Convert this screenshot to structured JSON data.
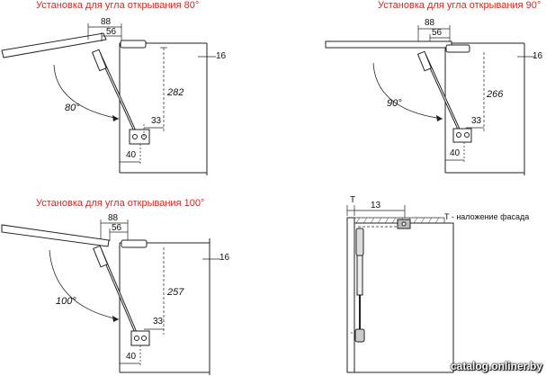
{
  "panels": [
    {
      "title": "Установка для угла открывания 80°",
      "dims": {
        "d88": "88",
        "d56": "56",
        "d16": "16",
        "dvert": "282",
        "angle": "80°",
        "d33": "33",
        "d40": "40"
      }
    },
    {
      "title": "Установка для угла открывания 90°",
      "dims": {
        "d88": "88",
        "d56": "56",
        "d16": "16",
        "dvert": "266",
        "angle": "90°",
        "d33": "33",
        "d40": "40"
      }
    },
    {
      "title": "Установка для угла открывания 100°",
      "dims": {
        "d88": "88",
        "d56": "56",
        "d16": "16",
        "dvert": "257",
        "angle": "100°",
        "d33": "33",
        "d40": "40"
      }
    }
  ],
  "side_view": {
    "t_label": "T",
    "d13": "13",
    "legend": "T - наложение фасада"
  },
  "watermark": "catalog.onliner.by",
  "colors": {
    "title": "#d8241c",
    "line": "#222222",
    "hatch": "#555555"
  }
}
